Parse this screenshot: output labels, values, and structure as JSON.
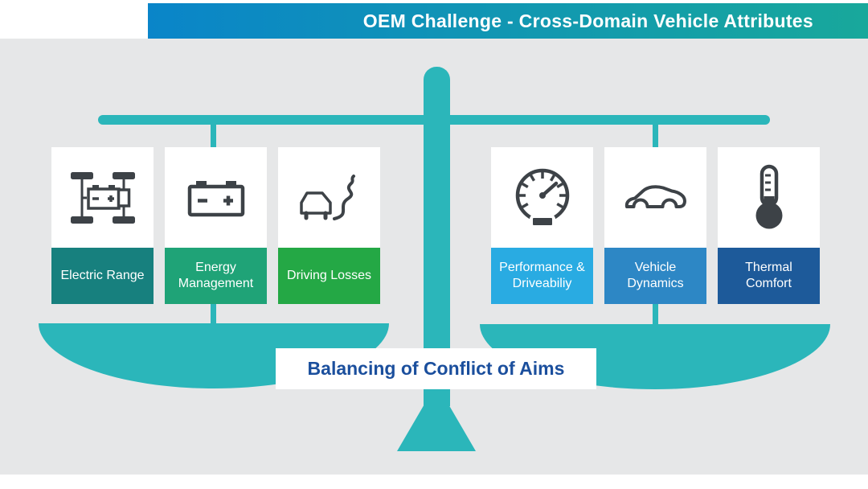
{
  "header": {
    "title": "OEM Challenge - Cross-Domain Vehicle Attributes",
    "gradient_start": "#0a85c9",
    "gradient_end": "#18a89b",
    "text_color": "#ffffff"
  },
  "background_color": "#e6e7e8",
  "icon_color": "#3d4247",
  "scale": {
    "color": "#2bb6ba",
    "banner_label": "Balancing of Conflict of Aims",
    "banner_text_color": "#1b4f9d",
    "banner_bg": "#ffffff"
  },
  "cards": [
    {
      "label": "Electric Range",
      "color": "#17807e",
      "icon": "ev-powertrain-icon",
      "side": "left"
    },
    {
      "label": "Energy Management",
      "color": "#1fa377",
      "icon": "battery-icon",
      "side": "left"
    },
    {
      "label": "Driving Losses",
      "color": "#24a845",
      "icon": "car-winding-road-icon",
      "side": "left"
    },
    {
      "label": "Performance & Driveabiliy",
      "color": "#29abe2",
      "icon": "speedometer-icon",
      "side": "right"
    },
    {
      "label": "Vehicle Dynamics",
      "color": "#2d87c5",
      "icon": "car-side-icon",
      "side": "right"
    },
    {
      "label": "Thermal Comfort",
      "color": "#1d5a9a",
      "icon": "thermometer-icon",
      "side": "right"
    }
  ]
}
